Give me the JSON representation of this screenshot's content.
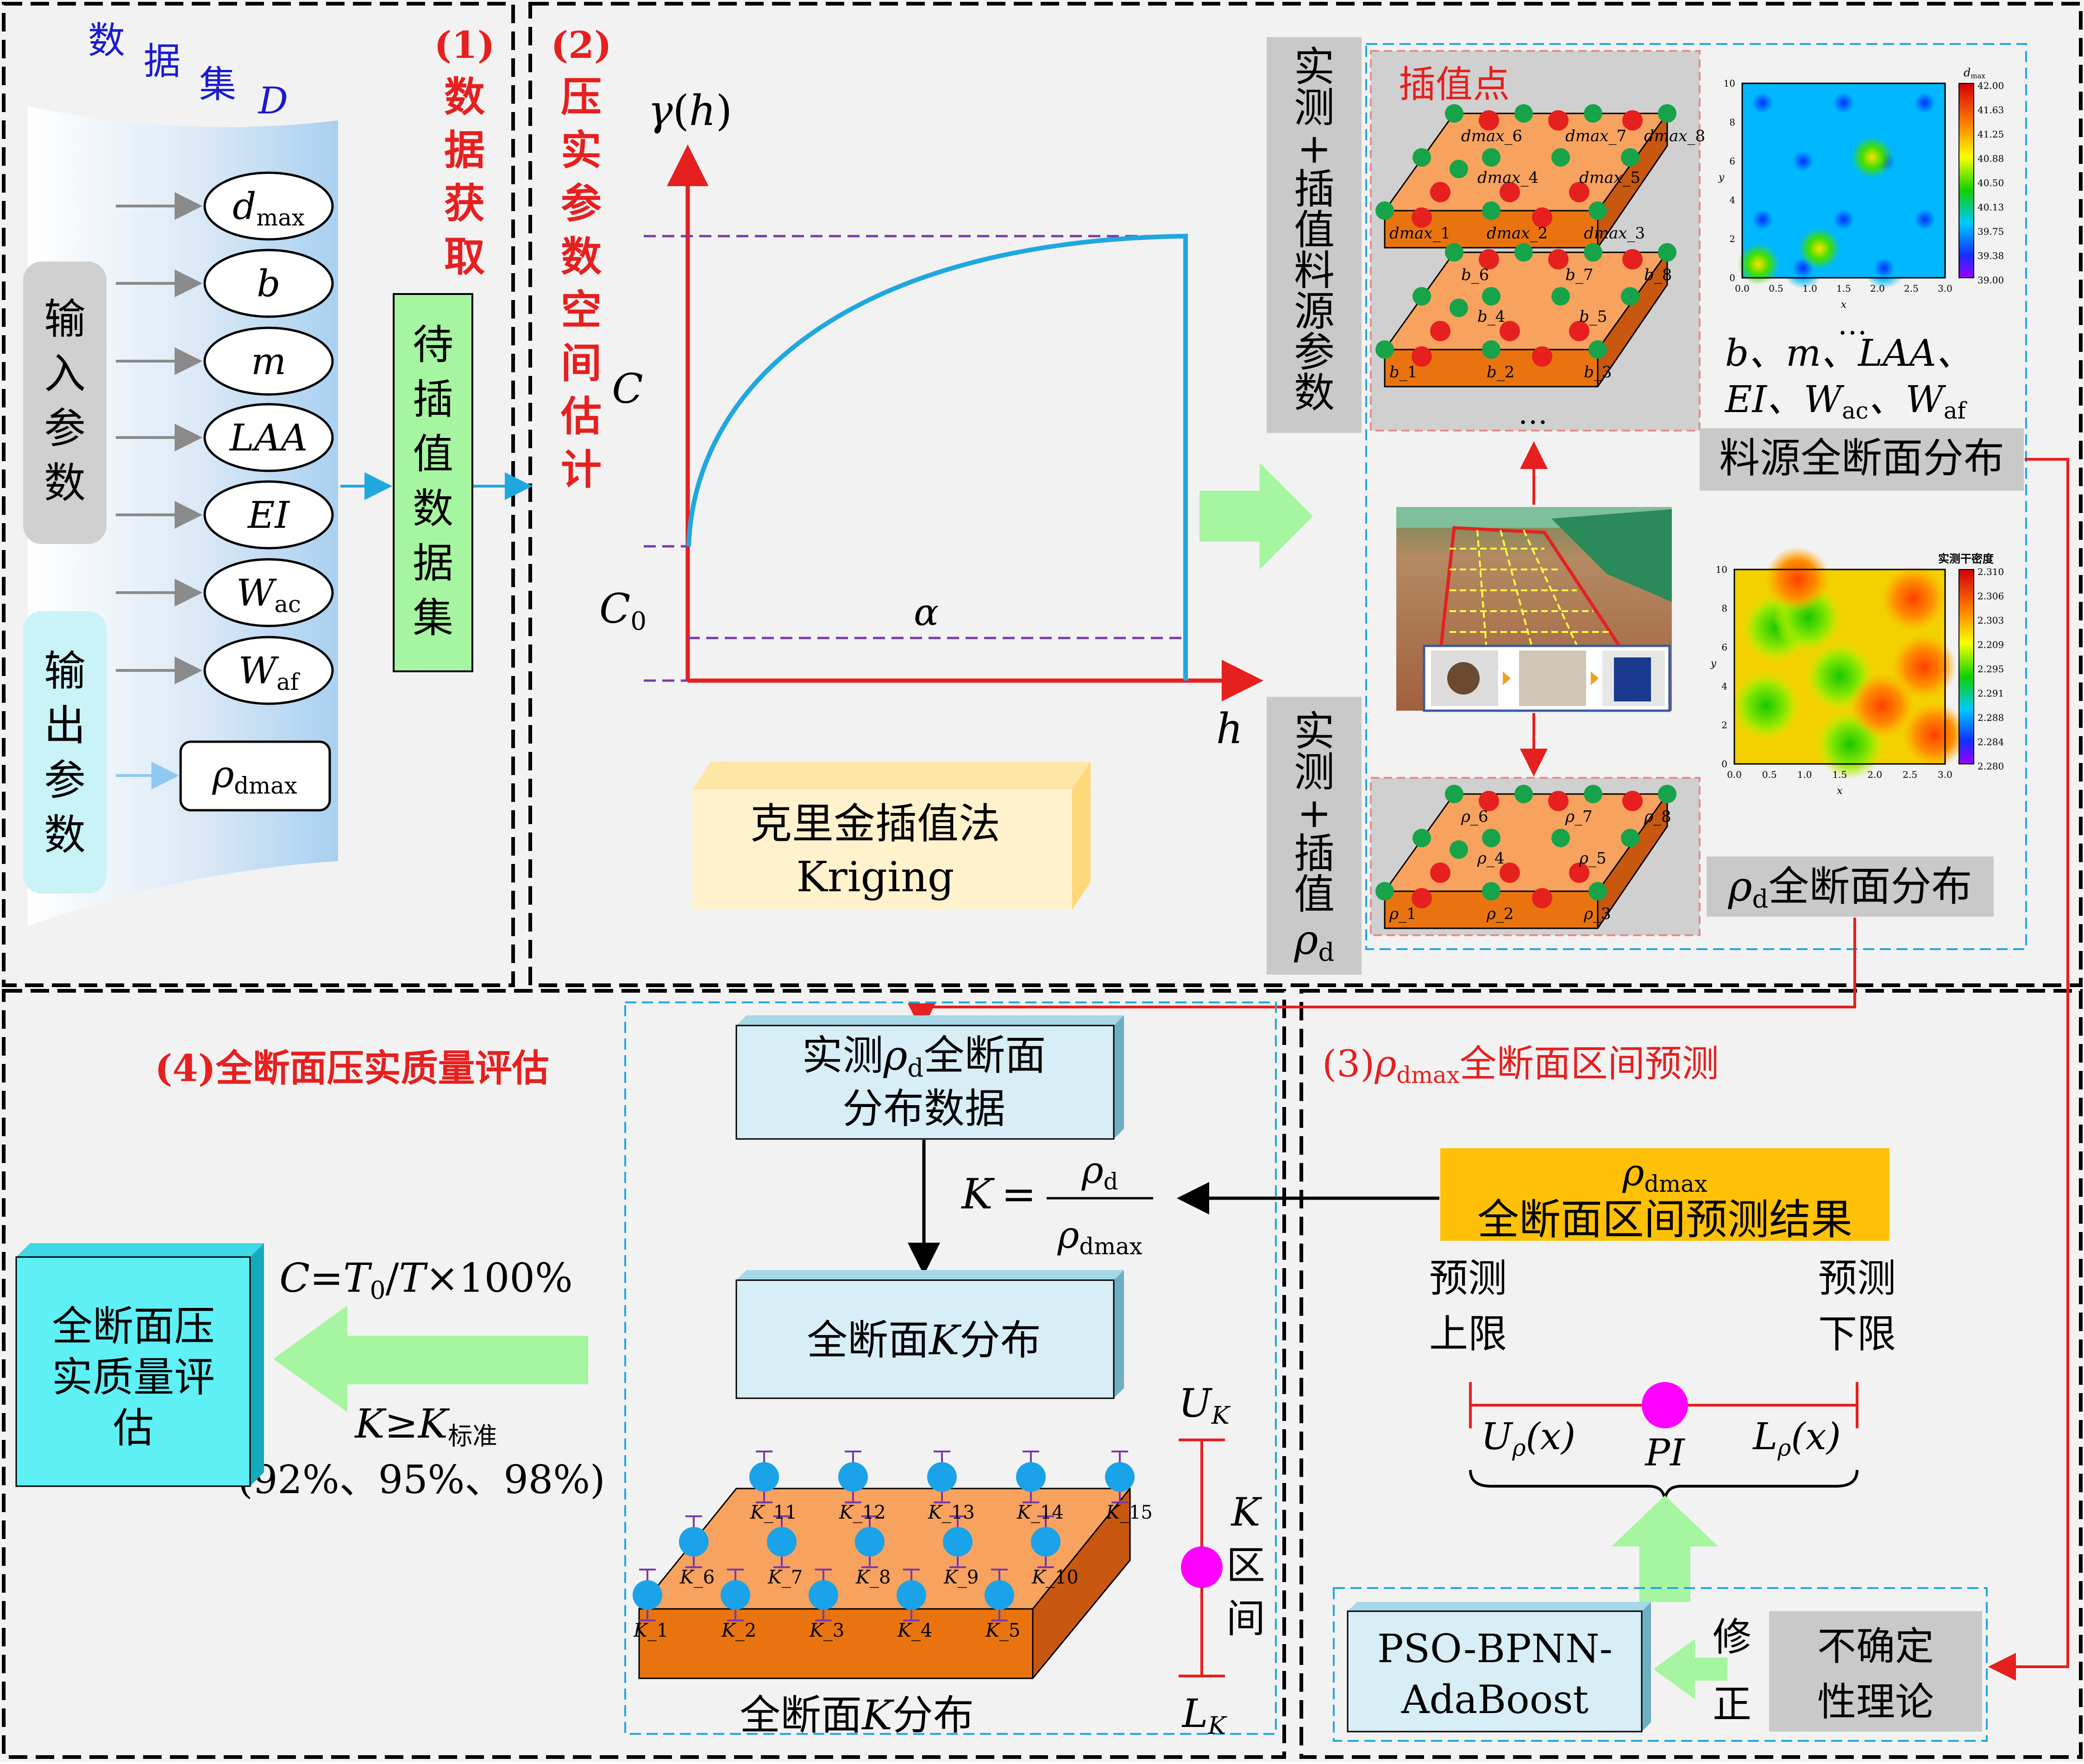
{
  "panel1": {
    "num": "(1)",
    "title": [
      "数",
      "据",
      "获",
      "取"
    ],
    "dataset": [
      "数",
      "据",
      "集"
    ],
    "dataset_sym": "D",
    "input_label": [
      "输",
      "入",
      "参",
      "数"
    ],
    "output_label": [
      "输",
      "出",
      "参",
      "数"
    ],
    "params": [
      {
        "base": "d",
        "sub": "max"
      },
      {
        "base": "b",
        "sub": ""
      },
      {
        "base": "m",
        "sub": ""
      },
      {
        "base": "LAA",
        "sub": ""
      },
      {
        "base": "EI",
        "sub": ""
      },
      {
        "base": "W",
        "sub": "ac"
      },
      {
        "base": "W",
        "sub": "af"
      }
    ],
    "output_param": {
      "base": "ρ",
      "sub": "dmax"
    },
    "box_text": [
      "待",
      "插",
      "值",
      "数",
      "据",
      "集"
    ]
  },
  "panel2": {
    "num": "(2)",
    "title": [
      "压",
      "实",
      "参",
      "数",
      "空",
      "间",
      "估",
      "计"
    ],
    "y_axis_label": "γ(h)",
    "x_axis_label": "h",
    "C_label": "C",
    "C0_label": "C",
    "C0_sub": "0",
    "alpha_label": "α",
    "kriging_cn": "克里金插值法",
    "kriging_en": "Kriging",
    "interp_title": "插值点",
    "side_label_top": [
      "实",
      "测",
      "+",
      "插",
      "值",
      "料",
      "源",
      "参",
      "数"
    ],
    "side_label_bot": [
      "实",
      "测",
      "+",
      "插",
      "值"
    ],
    "side_label_bot_sym": "ρ",
    "side_label_bot_sub": "d",
    "dmax_labels": [
      "dmax_1",
      "dmax_2",
      "dmax_3",
      "dmax_4",
      "dmax_5",
      "dmax_6",
      "dmax_7",
      "dmax_8"
    ],
    "b_labels": [
      "b_1",
      "b_2",
      "b_3",
      "b_4",
      "b_5",
      "b_6",
      "b_7",
      "b_8"
    ],
    "rho_labels": [
      "ρ_1",
      "ρ_2",
      "ρ_3",
      "ρ_4",
      "ρ_5",
      "ρ_6",
      "ρ_7",
      "ρ_8"
    ],
    "ellipsis": "…",
    "param_list_1": "b、m、LAA、",
    "param_list_2": "EI、W",
    "param_list_2b": "ac",
    "param_list_2c": "、W",
    "param_list_2d": "af",
    "dist_label_1": "料源全断面分布",
    "dist_label_2": "全断面分布",
    "dist_label_2_sym": "ρ",
    "dist_label_2_sub": "d",
    "heatmap1": {
      "title": "d",
      "title_sub": "max",
      "cbar": [
        "42.00",
        "41.63",
        "41.25",
        "40.88",
        "40.50",
        "40.13",
        "39.75",
        "39.38",
        "39.00"
      ],
      "xticks": [
        "0.0",
        "0.5",
        "1.0",
        "1.5",
        "2.0",
        "2.5",
        "3.0"
      ],
      "yticks": [
        "0",
        "2",
        "4",
        "6",
        "8",
        "10"
      ],
      "xlabel": "x",
      "ylabel": "y"
    },
    "heatmap2": {
      "title": "实测干密度",
      "cbar": [
        "2.310",
        "2.306",
        "2.303",
        "2.209",
        "2.295",
        "2.291",
        "2.288",
        "2.284",
        "2.280"
      ],
      "xticks": [
        "0.0",
        "0.5",
        "1.0",
        "1.5",
        "2.0",
        "2.5",
        "3.0"
      ],
      "yticks": [
        "0",
        "2",
        "4",
        "6",
        "8",
        "10"
      ],
      "xlabel": "x",
      "ylabel": "y"
    }
  },
  "panel3": {
    "num": "(3)",
    "title_sym": "ρ",
    "title_sub": "dmax",
    "title_rest": "全断面区间预测",
    "result_sym": "ρ",
    "result_sub": "dmax",
    "result_text": "全断面区间预测结果",
    "upper_label": [
      "预测",
      "上限"
    ],
    "lower_label": [
      "预测",
      "下限"
    ],
    "U_label": "U",
    "U_sub": "ρ",
    "U_arg": "(x)",
    "L_label": "L",
    "L_sub": "ρ",
    "L_arg": "(x)",
    "PI_label": "PI",
    "model_1": "PSO-BPNN-",
    "model_2": "AdaBoost",
    "correct": [
      "修",
      "正"
    ],
    "uncertain": [
      "不确定",
      "性理论"
    ]
  },
  "panel4": {
    "title": "(4)全断面压实质量评估",
    "measured_box": [
      "实测",
      "全断面",
      "分布数据"
    ],
    "measured_sym": "ρ",
    "measured_sub": "d",
    "K_formula_K": "K",
    "K_formula_eq": "=",
    "K_formula_num": "ρ",
    "K_formula_num_sub": "d",
    "K_formula_den": "ρ",
    "K_formula_den_sub": "dmax",
    "K_dist_box": [
      "全断面",
      "K",
      "分布"
    ],
    "assess_box": [
      "全断面压",
      "实质量评",
      "估"
    ],
    "C_formula_1": "C",
    "C_formula_2": "=T",
    "C_formula_3": "0",
    "C_formula_4": "/T×100%",
    "K_cond_1": "K",
    "K_cond_2": "≥K",
    "K_cond_3": "标准",
    "K_pct": "(92%、95%、98%)",
    "K_labels": [
      "K_1",
      "K_2",
      "K_3",
      "K_4",
      "K_5",
      "K_6",
      "K_7",
      "K_8",
      "K_9",
      "K_10",
      "K_11",
      "K_12",
      "K_13",
      "K_14",
      "K_15"
    ],
    "UK_label": "U",
    "UK_sub": "K",
    "LK_label": "L",
    "LK_sub": "K",
    "K_interval": [
      "K",
      "区",
      "间"
    ],
    "bottom_label_1": "全断面",
    "bottom_label_K": "K",
    "bottom_label_2": "分布"
  }
}
